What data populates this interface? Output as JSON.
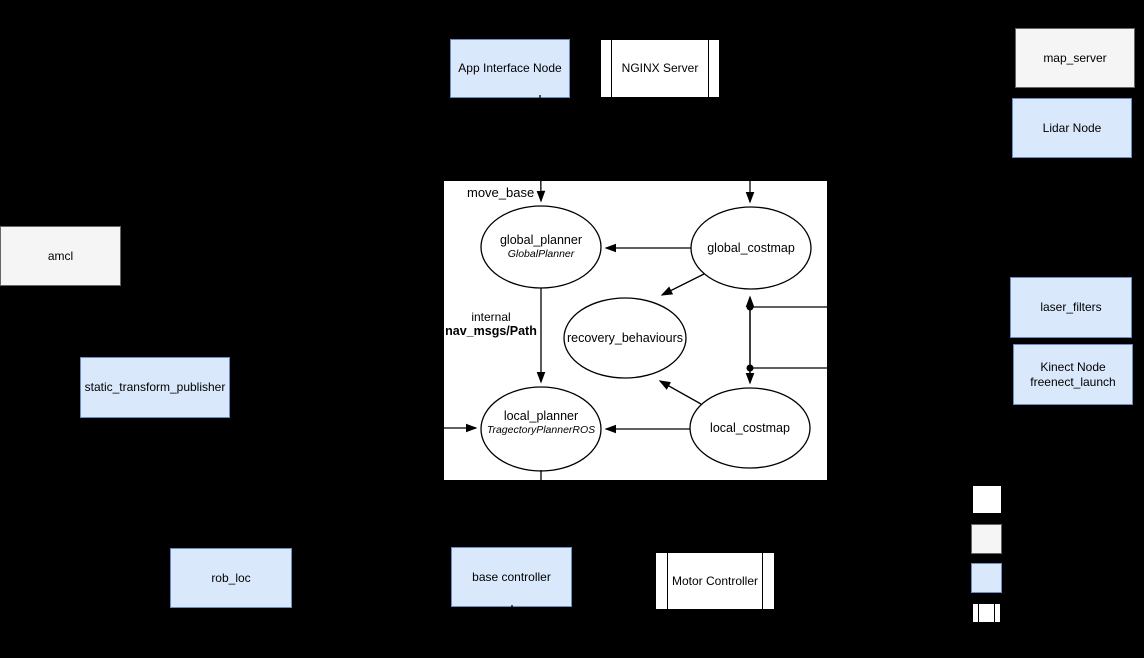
{
  "diagram": {
    "background": "#000000",
    "palette": {
      "blue_fill": "#dae8fc",
      "blue_stroke": "#6c8ebf",
      "gray_fill": "#f5f5f5",
      "gray_stroke": "#666666",
      "white_fill": "#ffffff",
      "line_color": "#000000"
    },
    "nodes": {
      "app_interface": {
        "label": "App Interface Node"
      },
      "nginx_server": {
        "label": "NGINX Server"
      },
      "map_server": {
        "label": "map_server"
      },
      "lidar_node": {
        "label": "Lidar Node"
      },
      "amcl": {
        "label": "amcl"
      },
      "static_transform_publisher": {
        "label": "static_transform_publisher"
      },
      "laser_filters": {
        "label": "laser_filters"
      },
      "kinect_node": {
        "label": "Kinect Node\nfreenect_launch"
      },
      "rob_loc": {
        "label": "rob_loc"
      },
      "base_controller": {
        "label": "base controller"
      },
      "motor_controller": {
        "label": "Motor Controller"
      }
    },
    "move_base": {
      "label": "move_base",
      "ellipses": {
        "global_planner": {
          "label": "global_planner",
          "plugin": "GlobalPlanner"
        },
        "global_costmap": {
          "label": "global_costmap"
        },
        "recovery_behaviours": {
          "label": "recovery_behaviours"
        },
        "local_planner": {
          "label": "local_planner",
          "plugin": "TragectoryPlannerROS"
        },
        "local_costmap": {
          "label": "local_costmap"
        }
      },
      "annotations": {
        "line1": "internal",
        "line2": "nav_msgs/Path"
      }
    }
  }
}
